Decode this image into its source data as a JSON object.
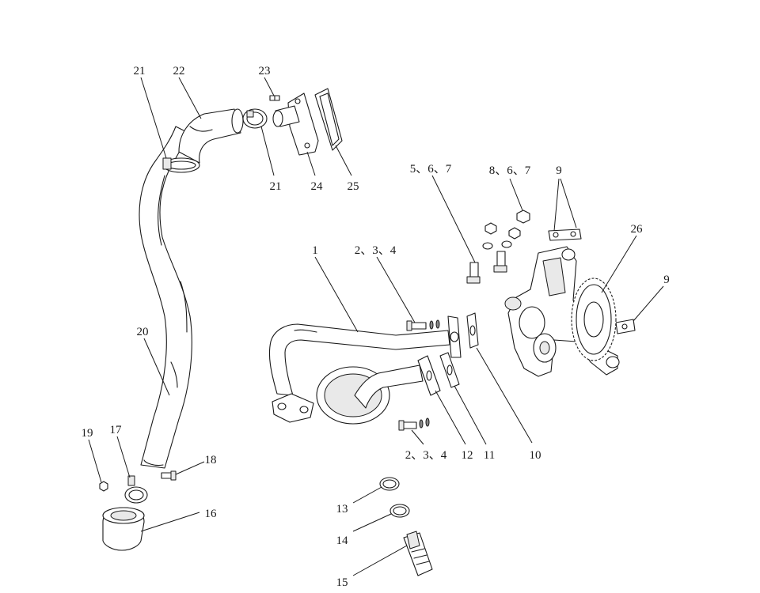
{
  "callouts": {
    "c1": "1",
    "c2_3_4_top": "2、3、4",
    "c2_3_4_bottom": "2、3、4",
    "c5_6_7": "5、6、7",
    "c8_6_7": "8、6、7",
    "c9_top": "9",
    "c9_right": "9",
    "c10": "10",
    "c11": "11",
    "c12": "12",
    "c13": "13",
    "c14": "14",
    "c15": "15",
    "c16": "16",
    "c17": "17",
    "c18": "18",
    "c19": "19",
    "c20": "20",
    "c21_top": "21",
    "c21_bottom": "21",
    "c22": "22",
    "c23": "23",
    "c24": "24",
    "c25": "25",
    "c26": "26"
  },
  "colors": {
    "line": "#1a1a1a",
    "fill": "#ffffff",
    "shade": "#e9e9e9",
    "dark": "#8a8a8a"
  }
}
